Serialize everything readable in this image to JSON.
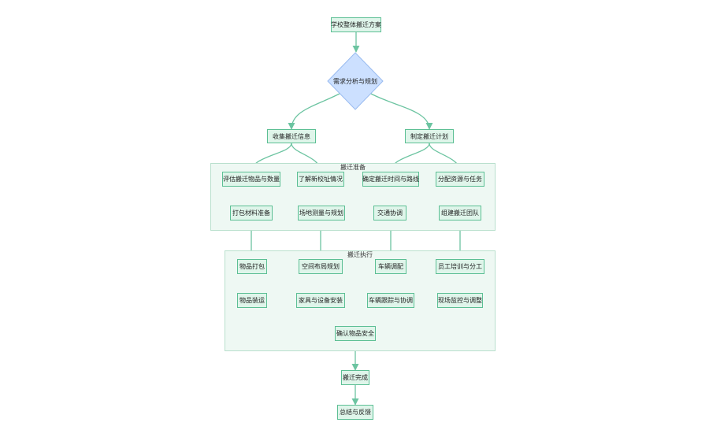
{
  "root": "学校整体搬迁方案",
  "analysis": "需求分析与规划",
  "collect": "收集搬迁信息",
  "plan": "制定搬迁计划",
  "prep": {
    "title": "搬迁准备",
    "assess": "评估搬迁物品与数量",
    "site": "了解新校址情况",
    "route": "确定搬迁时间与路线",
    "assign": "分配资源与任务",
    "pack_materials": "打包材料准备",
    "measure": "场地测量与规划",
    "traffic": "交通协调",
    "team": "组建搬迁团队"
  },
  "exec": {
    "title": "搬迁执行",
    "pack": "物品打包",
    "layout": "空间布局规划",
    "dispatch": "车辆调配",
    "training": "员工培训与分工",
    "transport": "物品装运",
    "install": "家具与设备安装",
    "tracking": "车辆跟踪与协调",
    "monitor": "现场监控与调整",
    "confirm": "确认物品安全"
  },
  "done": "搬迁完成",
  "summary": "总结与反馈",
  "colors": {
    "node_fill": "#dff5ea",
    "node_border": "#5cbf94",
    "decision_fill": "#cce0ff",
    "decision_border": "#99bbf0",
    "cluster_fill": "#eef8f3",
    "edge": "#6cc4a1"
  }
}
